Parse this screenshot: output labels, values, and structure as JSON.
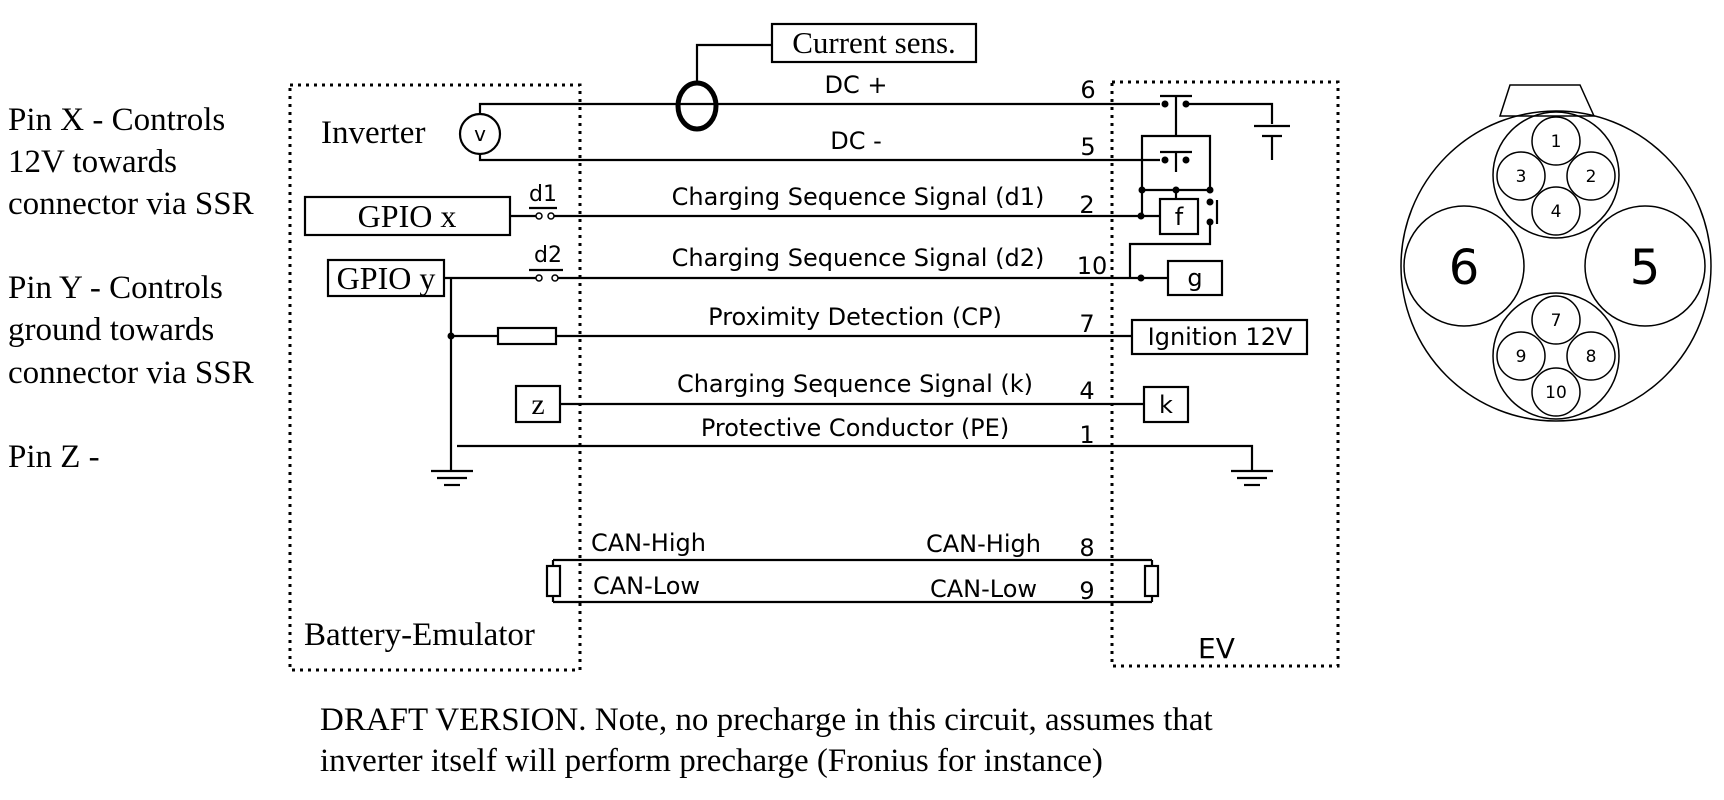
{
  "side_notes": {
    "pin_x": [
      "Pin X - Controls",
      "12V towards",
      "connector via SSR"
    ],
    "pin_y": [
      "Pin Y - Controls",
      "ground towards",
      "connector via SSR"
    ],
    "pin_z": [
      "Pin Z -"
    ]
  },
  "current_sensor": "Current sens.",
  "inverter": {
    "label": "Inverter",
    "symbol": "v"
  },
  "gpio_x": "GPIO x",
  "gpio_y": "GPIO y",
  "switch_d1": "d1",
  "switch_d2": "d2",
  "box_z": "z",
  "lines": {
    "dc_plus": "DC +",
    "dc_minus": "DC -",
    "d1": "Charging Sequence Signal  (d1)",
    "d2": "Charging Sequence Signal  (d2)",
    "cp": "Proximity Detection (CP)",
    "k": "Charging Sequence Signal (k)",
    "pe": "Protective Conductor (PE)",
    "can_high_left": "CAN-High",
    "can_high_right": "CAN-High",
    "can_low_left": "CAN-Low",
    "can_low_right": "CAN-Low"
  },
  "pins": {
    "dc_plus": "6",
    "dc_minus": "5",
    "d1": "2",
    "d2": "10",
    "cp": "7",
    "k": "4",
    "pe": "1",
    "can_high": "8",
    "can_low": "9"
  },
  "ev_boxes": {
    "f": "f",
    "g": "g",
    "k": "k",
    "ignition": "Ignition 12V"
  },
  "region_labels": {
    "battery_emulator": "Battery-Emulator",
    "ev": "EV"
  },
  "connector_pins": {
    "large_left": "6",
    "large_right": "5",
    "top_cluster": [
      "1",
      "3",
      "2",
      "4"
    ],
    "bottom_cluster": [
      "7",
      "9",
      "8",
      "10"
    ]
  },
  "footer_note": [
    "DRAFT VERSION. Note, no precharge in this circuit, assumes that",
    "inverter itself will perform precharge (Fronius for instance)"
  ]
}
